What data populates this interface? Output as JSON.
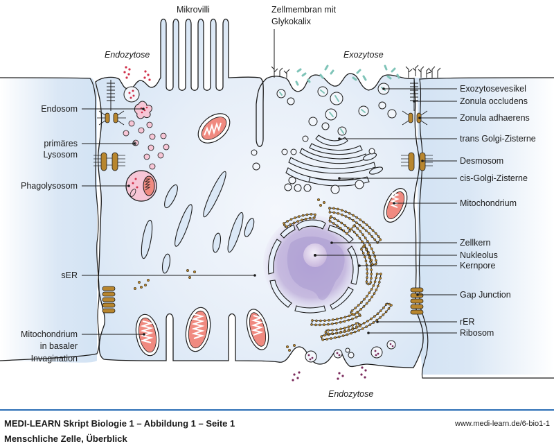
{
  "figure": {
    "labels_left": [
      {
        "id": "endosom",
        "text": "Endosom"
      },
      {
        "id": "primaeres-lysosom-1",
        "text": "primäres"
      },
      {
        "id": "primaeres-lysosom-2",
        "text": "Lysosom"
      },
      {
        "id": "phagolysosom",
        "text": "Phagolysosom"
      },
      {
        "id": "ser",
        "text": "sER"
      },
      {
        "id": "mito-basal-1",
        "text": "Mitochondrium"
      },
      {
        "id": "mito-basal-2",
        "text": "in basaler"
      },
      {
        "id": "mito-basal-3",
        "text": "Invagination"
      }
    ],
    "labels_top": [
      {
        "id": "mikrovilli",
        "text": "Mikrovilli"
      },
      {
        "id": "zellmembran-1",
        "text": "Zellmembran mit"
      },
      {
        "id": "zellmembran-2",
        "text": "Glykokalix"
      },
      {
        "id": "endozytose-top",
        "text": "Endozytose"
      },
      {
        "id": "exozytose",
        "text": "Exozytose"
      }
    ],
    "labels_right": [
      {
        "id": "exozytosevesikel",
        "text": "Exozytosevesikel"
      },
      {
        "id": "zonula-occludens",
        "text": "Zonula occludens"
      },
      {
        "id": "zonula-adhaerens",
        "text": "Zonula adhaerens"
      },
      {
        "id": "trans-golgi",
        "text": "trans Golgi-Zisterne"
      },
      {
        "id": "desmosom",
        "text": "Desmosom"
      },
      {
        "id": "cis-golgi",
        "text": "cis-Golgi-Zisterne"
      },
      {
        "id": "mitochondrium",
        "text": "Mitochondrium"
      },
      {
        "id": "zellkern",
        "text": "Zellkern"
      },
      {
        "id": "nukleolus",
        "text": "Nukleolus"
      },
      {
        "id": "kernpore",
        "text": "Kernpore"
      },
      {
        "id": "gap-junction",
        "text": "Gap Junction"
      },
      {
        "id": "rer",
        "text": "rER"
      },
      {
        "id": "ribosom",
        "text": "Ribosom"
      }
    ],
    "labels_bottom": [
      {
        "id": "endozytose-bottom",
        "text": "Endozytose"
      }
    ]
  },
  "footer": {
    "title": "MEDI-LEARN Skript Biologie 1 – Abbildung 1 – Seite 1",
    "subtitle": "Menschliche Zelle, Überblick",
    "url": "www.medi-learn.de/6-bio1-1"
  },
  "colors": {
    "cytoplasm": "#dbe8f6",
    "mito_fill": "#f08a80",
    "lysosome_pink": "#f7c6d6",
    "junction_brown": "#b8862e",
    "nucleus_purple": "#a99ad0",
    "exocytosis_teal": "#7fc4b8",
    "endocytosis_red": "#d0304a",
    "endocytosis_purple": "#7a2a5c",
    "footer_rule": "#2a6db5"
  }
}
